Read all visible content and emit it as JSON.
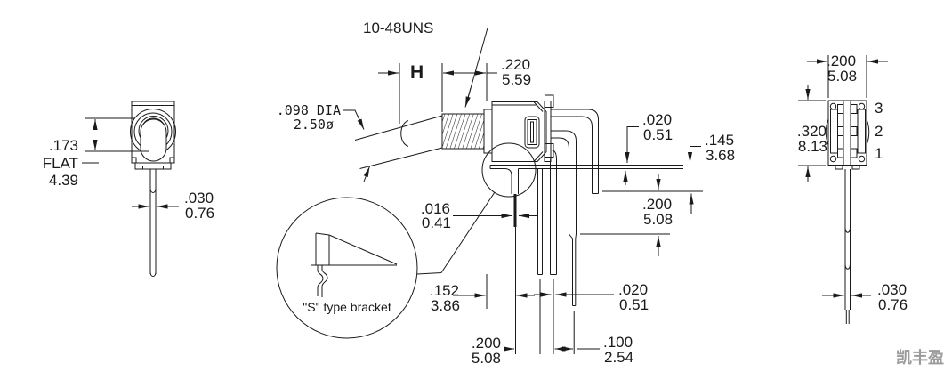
{
  "drawing": {
    "front_view": {
      "flat": {
        "in": ".173",
        "label": "FLAT",
        "mm": "4.39"
      },
      "actuator_width": {
        "in": ".030",
        "mm": "0.76"
      }
    },
    "side_view": {
      "thread_spec": "10-48UNS",
      "handle_length_label": "H",
      "bushing_length": {
        "in": ".220",
        "mm": "5.59"
      },
      "lever_diameter": {
        "in": ".098 DIA",
        "mm": "2.50ø"
      },
      "bracket_thickness": {
        "in": ".016",
        "mm": "0.41"
      },
      "bracket_setback": {
        "in": ".152",
        "mm": "3.86"
      },
      "plate_thickness": {
        "in": ".020",
        "mm": "0.51"
      },
      "seat_height": {
        "in": ".145",
        "mm": "3.68"
      },
      "standoff_height": {
        "in": ".200",
        "mm": "5.08"
      },
      "pin_spacing": {
        "in": ".200",
        "mm": "5.08"
      },
      "pin_offset": {
        "in": ".100",
        "mm": "2.54"
      },
      "pin_thickness": {
        "in": ".020",
        "mm": "0.51"
      }
    },
    "detail": {
      "label": "\"S\" type bracket"
    },
    "rear_view": {
      "body_width": {
        "in": ".200",
        "mm": "5.08"
      },
      "body_height": {
        "in": ".320",
        "mm": "8.13"
      },
      "terminal_labels": [
        "3",
        "2",
        "1"
      ],
      "pin_width": {
        "in": ".030",
        "mm": "0.76"
      }
    },
    "watermark": "凯丰盈",
    "colors": {
      "line": "#1a1a1a",
      "watermark": "#9b9b9b"
    }
  }
}
